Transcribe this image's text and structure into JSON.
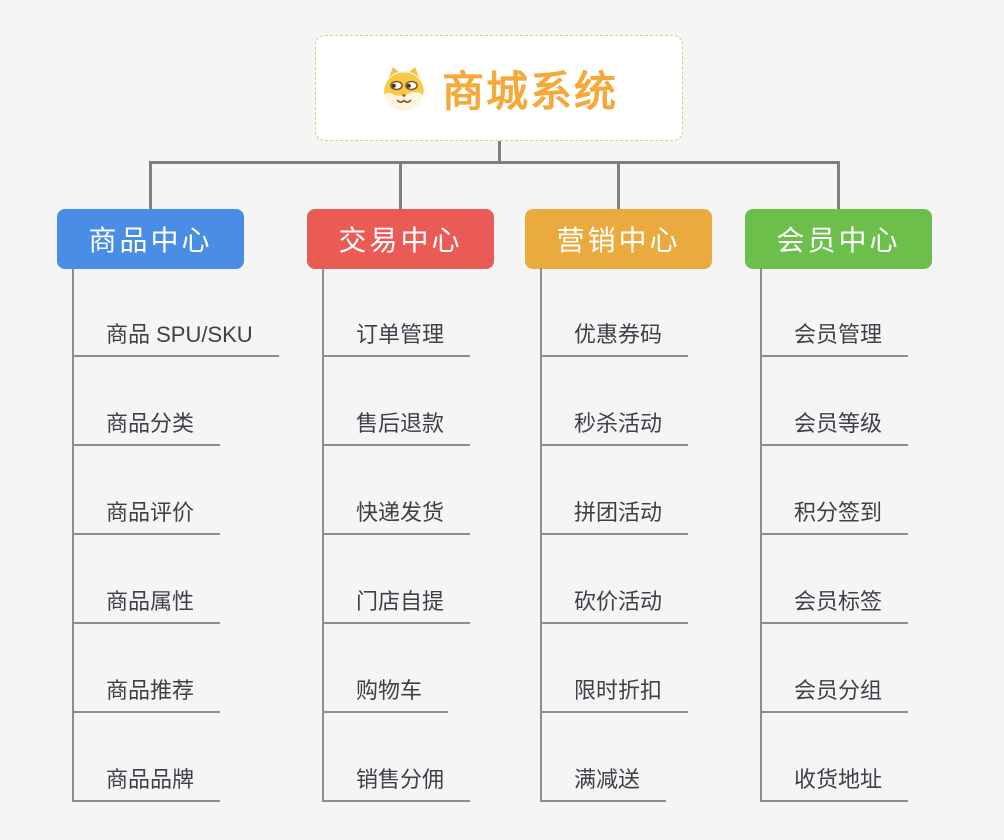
{
  "page": {
    "background_color": "#f5f5f5"
  },
  "root": {
    "title": "商城系统",
    "title_color": "#f5a93b",
    "border_color": "#f0c37a",
    "icon": "dog-face-icon"
  },
  "connectors": {
    "tree_line_color": "#7f7f7f",
    "leaf_line_color": "#8e8e8e"
  },
  "leaf_text_color": "#3d4148",
  "branches": [
    {
      "label": "商品中心",
      "color": "#4a8de4",
      "items": [
        "商品 SPU/SKU",
        "商品分类",
        "商品评价",
        "商品属性",
        "商品推荐",
        "商品品牌"
      ]
    },
    {
      "label": "交易中心",
      "color": "#ea5b55",
      "items": [
        "订单管理",
        "售后退款",
        "快递发货",
        "门店自提",
        "购物车",
        "销售分佣"
      ]
    },
    {
      "label": "营销中心",
      "color": "#ebaa3e",
      "items": [
        "优惠券码",
        "秒杀活动",
        "拼团活动",
        "砍价活动",
        "限时折扣",
        "满减送"
      ]
    },
    {
      "label": "会员中心",
      "color": "#6cbf4b",
      "items": [
        "会员管理",
        "会员等级",
        "积分签到",
        "会员标签",
        "会员分组",
        "收货地址"
      ]
    }
  ]
}
